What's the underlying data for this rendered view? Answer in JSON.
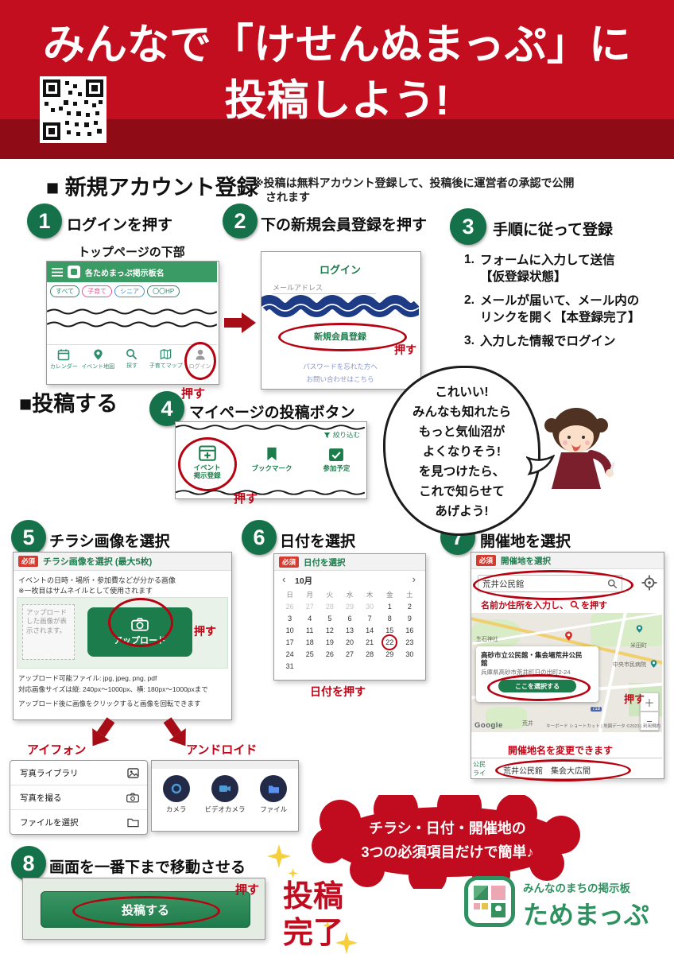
{
  "colors": {
    "header_red": "#c30e20",
    "brand_green": "#1d7c4c",
    "annotation_red": "#c00516"
  },
  "header": {
    "title_line1": "みんなで「けせんぬまっぷ」に",
    "title_line2": "投稿しよう!"
  },
  "common": {
    "press": "押す",
    "required_badge": "必須"
  },
  "account": {
    "heading": "■ 新規アカウント登録",
    "note_line1": "※投稿は無料アカウント登録して、投稿後に運営者の承認で公開",
    "note_line2": "されます"
  },
  "step1": {
    "num": "1",
    "label": "ログインを押す",
    "caption": "トップページの下部",
    "app_title": "各ためまっぷ掲示板名",
    "chips": [
      "すべて",
      "子育て",
      "シニア",
      "〇〇HP"
    ],
    "nav": [
      "カレンダー",
      "イベント地図",
      "探す",
      "子育てマップ",
      "ログイン"
    ]
  },
  "step2": {
    "num": "2",
    "label": "下の新規会員登録を押す",
    "login_title": "ログイン",
    "email_label": "メールアドレス",
    "register_button": "新規会員登録",
    "forgot_link": "パスワードを忘れた方へ",
    "contact_link": "お問い合わせはこちら"
  },
  "step3": {
    "num": "3",
    "label": "手順に従って登録",
    "items": [
      {
        "no": "1.",
        "line1": "フォームに入力して送信",
        "line2": "【仮登録状態】"
      },
      {
        "no": "2.",
        "line1": "メールが届いて、メール内の",
        "line2": "リンクを開く【本登録完了】"
      },
      {
        "no": "3.",
        "line1": "入力した情報でログイン",
        "line2": ""
      }
    ]
  },
  "post_section": {
    "heading": "■投稿する"
  },
  "step4": {
    "num": "4",
    "label": "マイページの投稿ボタン",
    "filter_link": "絞り込む",
    "button1_line1": "イベント",
    "button1_line2": "掲示登録",
    "button2": "ブックマーク",
    "button3": "参加予定"
  },
  "bubble": {
    "lines": [
      "これいい!",
      "みんなも知れたら",
      "もっと気仙沼が",
      "よくなりそう!",
      "を見つけたら、",
      "これで知らせて",
      "あげよう!"
    ]
  },
  "step5": {
    "num": "5",
    "label": "チラシ画像を選択",
    "panel_title": "チラシ画像を選択 (最大5枚)",
    "desc1": "イベントの日時・場所・参加費などが分かる画像",
    "desc2": "※一枚目はサムネイルとして使用されます",
    "placeholder": "アップロードした画像が表示されます。",
    "upload_button": "アップロード",
    "note1": "アップロード可能ファイル: jpg, jpeg, png, pdf",
    "note2": "対応画像サイズは縦: 240px〜1000px、横: 180px〜1000pxまで",
    "note3": "アップロード後に画像をクリックすると画像を回転できます"
  },
  "step6": {
    "num": "6",
    "label": "日付を選択",
    "panel_title": "日付を選択",
    "month": "10月",
    "prev": "‹",
    "next": "›",
    "day_headers": [
      "日",
      "月",
      "火",
      "水",
      "木",
      "金",
      "土"
    ],
    "weeks": [
      [
        "26",
        "27",
        "28",
        "29",
        "30",
        "1",
        "2"
      ],
      [
        "3",
        "4",
        "5",
        "6",
        "7",
        "8",
        "9"
      ],
      [
        "10",
        "11",
        "12",
        "13",
        "14",
        "15",
        "16"
      ],
      [
        "17",
        "18",
        "19",
        "20",
        "21",
        "22",
        "23"
      ],
      [
        "24",
        "25",
        "26",
        "27",
        "28",
        "29",
        "30"
      ],
      [
        "31",
        "",
        "",
        "",
        "",
        "",
        ""
      ]
    ],
    "selected_day": "22",
    "press_note": "日付を押す"
  },
  "step7": {
    "num": "7",
    "label": "開催地を選択",
    "panel_title": "開催地を選択",
    "search_value": "荒井公民館",
    "note_pre": "名前か住所を入力し、",
    "note_post": "を押す",
    "map_labels": [
      "生石神社",
      "米田町",
      "中央市民病院",
      "荒井"
    ],
    "route_badge": "718",
    "info_title_line1": "高砂市立公民館・集会場荒井公民",
    "info_title_line2": "館",
    "info_address": "兵庫県高砂市荒井町日の出町2-24",
    "select_button": "ここを選択する",
    "google": "Google",
    "attribution": "キーボード ショートカット | 地図データ ©2023 | 利用規約",
    "rename_note": "開催地名を変更できます",
    "fragment1": "公民",
    "fragment2": "ライ",
    "venue_value": "荒井公民館　集会大広間",
    "zoom_in": "＋",
    "zoom_out": "−"
  },
  "mobile": {
    "iphone_label": "アイフォン",
    "iphone_items": [
      "写真ライブラリ",
      "写真を撮る",
      "ファイルを選択"
    ],
    "android_label": "アンドロイド",
    "android_items": [
      "カメラ",
      "ビデオカメラ",
      "ファイル"
    ]
  },
  "blob": {
    "line1": "チラシ・日付・開催地の",
    "line2": "3つの必須項目だけで簡単♪"
  },
  "step8": {
    "num": "8",
    "label": "画面を一番下まで移動させる",
    "submit_button": "投稿する"
  },
  "done": {
    "line1": "投稿",
    "line2": "完了"
  },
  "logo": {
    "tagline": "みんなのまちの掲示板",
    "name": "ためまっぷ"
  }
}
